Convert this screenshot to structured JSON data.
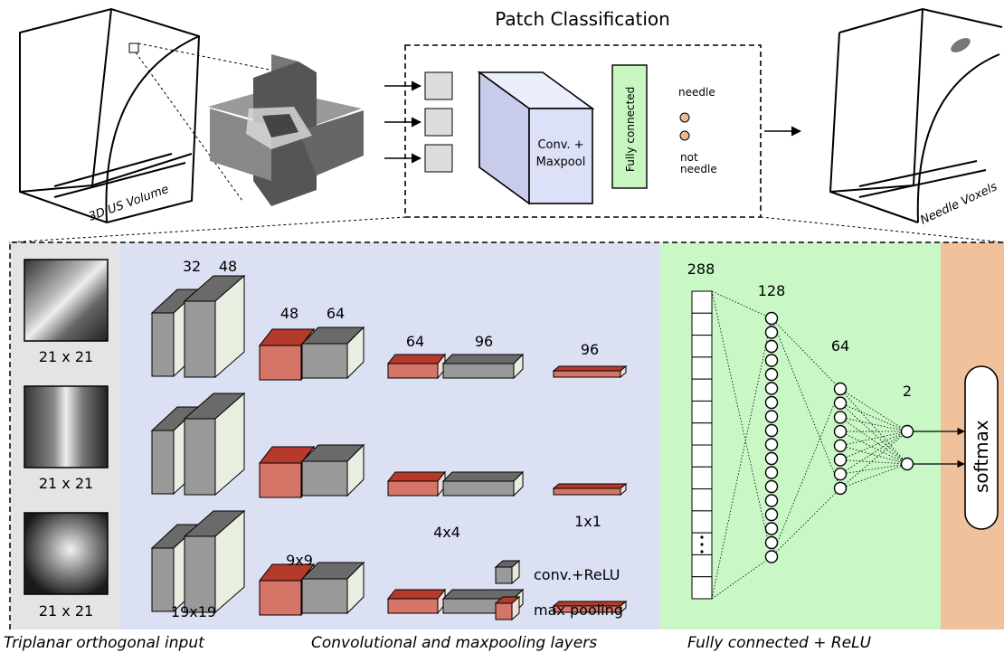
{
  "top": {
    "title": "Patch Classification",
    "volume_label": "3D US Volume",
    "output_label": "Needle Voxels",
    "conv_box_label_line1": "Conv. +",
    "conv_box_label_line2": "Maxpool",
    "fc_box_label": "Fully connected",
    "class_needle": "needle",
    "class_not_line1": "not",
    "class_not_line2": "needle"
  },
  "input_panel": {
    "patch_size_labels": [
      "21 x 21",
      "21 x 21",
      "21 x 21"
    ],
    "caption": "Triplanar orthogonal input"
  },
  "conv_panel": {
    "layer_counts": [
      "32",
      "48",
      "48",
      "64",
      "64",
      "96",
      "96"
    ],
    "size_labels": [
      "19x19",
      "9x9",
      "4x4",
      "1x1"
    ],
    "legend_conv": "conv.+ReLU",
    "legend_pool": "max pooling",
    "caption": "Convolutional and maxpooling layers"
  },
  "fc_panel": {
    "layer_sizes": [
      "288",
      "128",
      "64",
      "2"
    ],
    "caption": "Fully connected + ReLU"
  },
  "softmax_panel": {
    "label": "softmax"
  },
  "colors": {
    "conv_bg": "#dce0f3",
    "fc_bg": "#c9f7c6",
    "softmax_bg": "#f1c19c",
    "input_bg": "#e4e4e4",
    "conv_block": "#999999",
    "pool_block": "#d57567",
    "fc_box": "#c8f5c0",
    "conv_box": "#dde1f7",
    "node_fill": "#f0b88f"
  }
}
